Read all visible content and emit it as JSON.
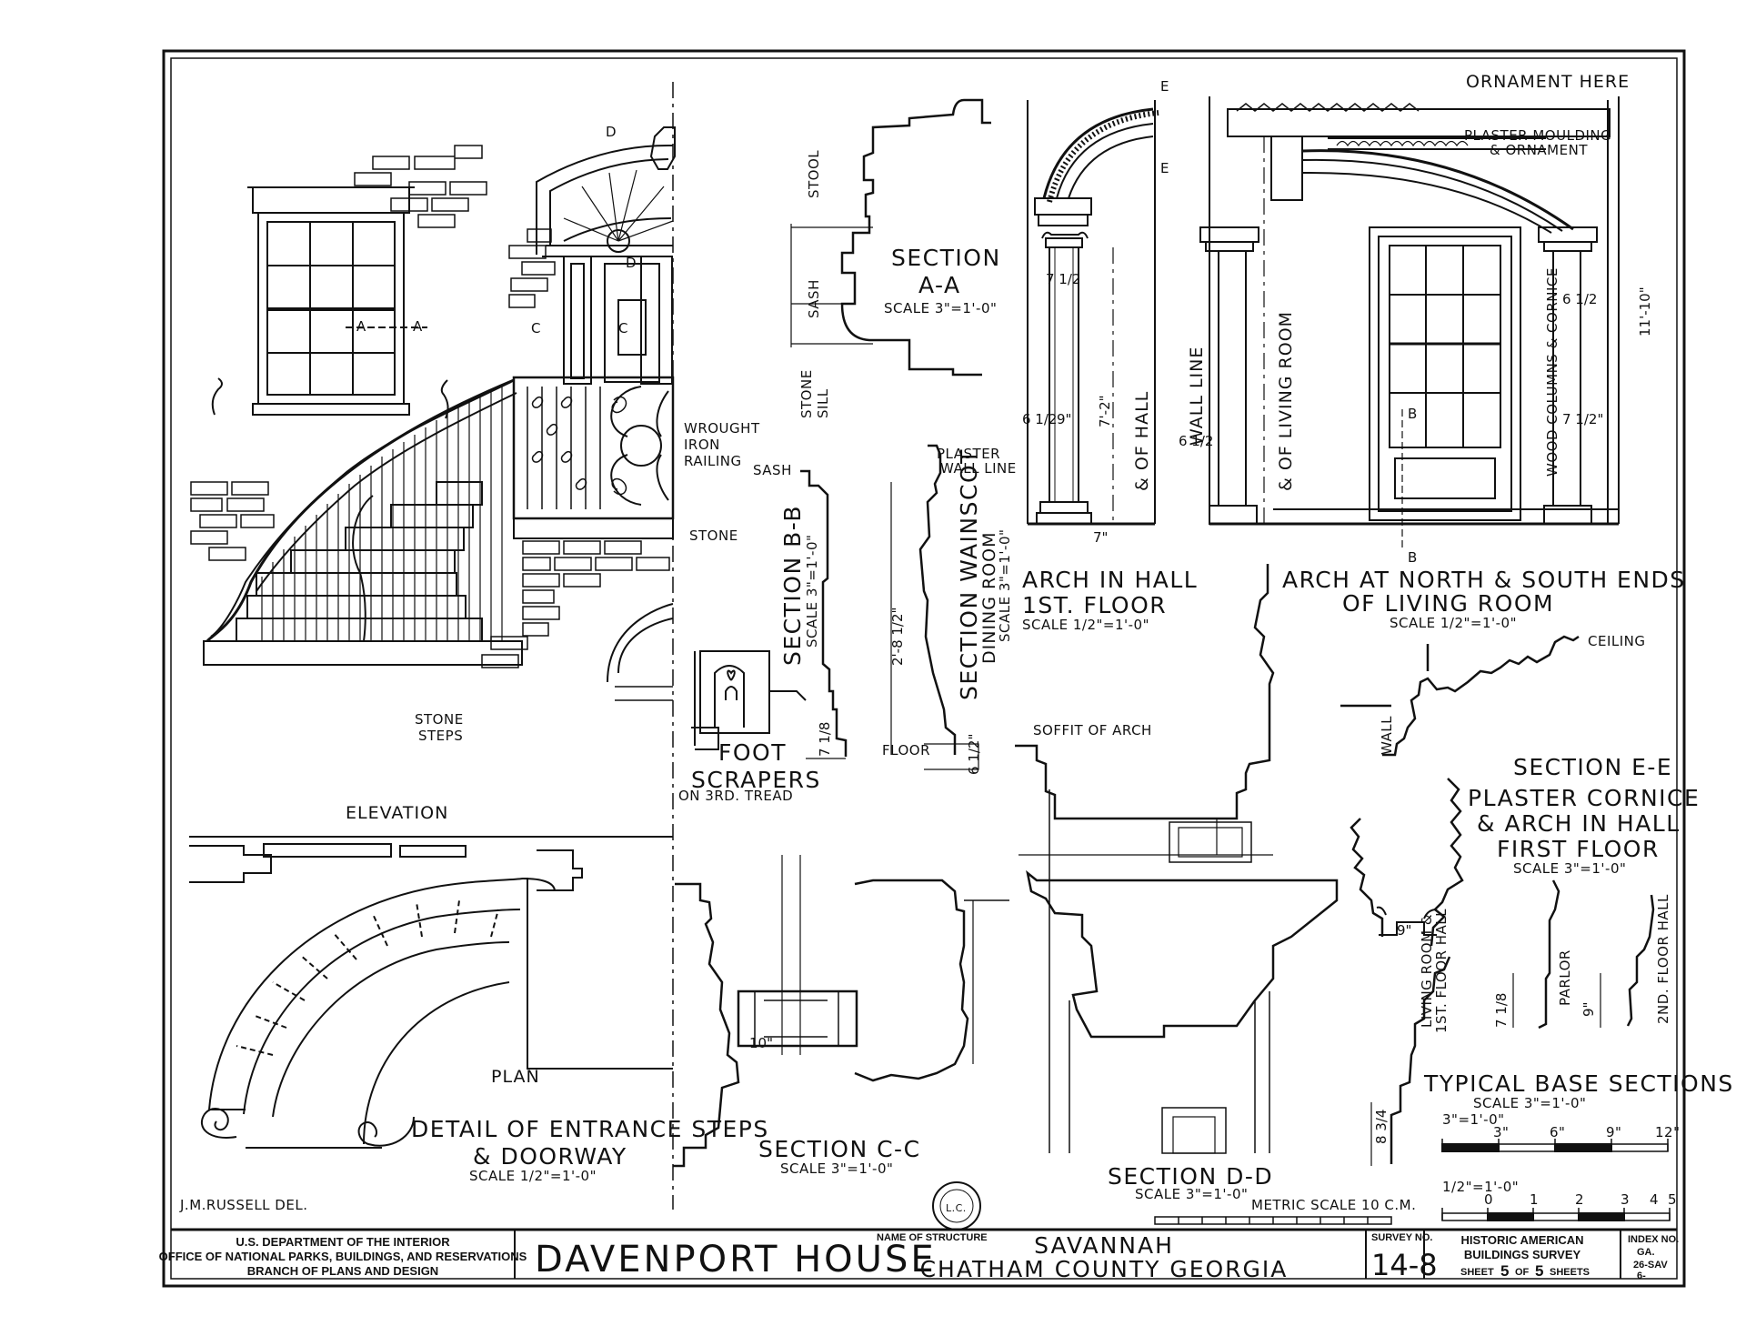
{
  "sheet": {
    "ornament_here": "ORNAMENT HERE",
    "plaster_moulding": [
      "PLASTER MOULDING",
      "& ORNAMENT"
    ],
    "labels": {
      "stool": "STOOL",
      "sash_a": "SASH",
      "stone_sill": [
        "STONE",
        "SILL"
      ],
      "sash_b": "SASH",
      "plaster_wall_line": [
        "PLASTER",
        "WALL LINE"
      ],
      "floor": "FLOOR",
      "wrought_iron": [
        "WROUGHT",
        "IRON",
        "RAILING"
      ],
      "stone": "STONE",
      "stone_steps": [
        "STONE",
        "STEPS"
      ],
      "foot_scrapers": [
        "FOOT",
        "SCRAPERS"
      ],
      "foot_scrapers_note": "ON 3RD. TREAD",
      "elevation": "ELEVATION",
      "plan": "PLAN",
      "ceiling": "CEILING",
      "wall": "WALL",
      "soffit_of_arch": "SOFFIT OF ARCH",
      "wall_line": "WALL LINE",
      "cl_of_hall": "& OF HALL",
      "cl_of_living_room": "& OF LIVING ROOM",
      "wood_columns": "WOOD COLUMNS & CORNICE",
      "living_room_base": [
        "LIVING ROOM &",
        "1ST. FLOOR HALL"
      ],
      "parlor": "PARLOR",
      "second_floor_hall": "2ND. FLOOR HALL",
      "drafter": "J.M.RUSSELL   DEL.",
      "section_marks": [
        "A",
        "A",
        "C",
        "C",
        "D",
        "D",
        "B",
        "B",
        "E",
        "E"
      ]
    },
    "titles": {
      "section_aa": [
        "SECTION",
        "A-A"
      ],
      "section_aa_scale": "SCALE 3\"=1'-0\"",
      "section_bb": "SECTION B-B",
      "section_bb_scale": "SCALE 3\"=1'-0\"",
      "section_wainscot": [
        "SECTION WAINSCOT",
        "DINING ROOM"
      ],
      "section_wainscot_scale": "SCALE 3\"=1'-0\"",
      "arch_hall": [
        "ARCH IN HALL",
        "1ST. FLOOR"
      ],
      "arch_hall_scale": "SCALE 1/2\"=1'-0\"",
      "arch_living": [
        "ARCH AT NORTH & SOUTH ENDS",
        "OF LIVING ROOM"
      ],
      "arch_living_scale": "SCALE 1/2\"=1'-0\"",
      "section_ee": [
        "SECTION E-E",
        "PLASTER CORNICE",
        "& ARCH IN HALL",
        "FIRST FLOOR"
      ],
      "section_ee_scale": "SCALE 3\"=1'-0\"",
      "detail": [
        "DETAIL OF ENTRANCE STEPS",
        "& DOORWAY"
      ],
      "detail_scale": "SCALE 1/2\"=1'-0\"",
      "section_cc": "SECTION C-C",
      "section_cc_scale": "SCALE 3\"=1'-0\"",
      "section_dd": "SECTION D-D",
      "section_dd_scale": "SCALE 3\"=1'-0\"",
      "typical_base": "TYPICAL BASE SECTIONS",
      "typical_base_scale": "SCALE 3\"=1'-0\""
    },
    "dimensions": {
      "d_7_1_2_a": "7 1/2",
      "d_7_2": "7'-2\"",
      "d_6_1_2_a": "6 1/2",
      "d_9_a": "9\"",
      "d_7_a": "7\"",
      "d_11_10": "11'-10\"",
      "d_6_1_2_b": "6 1/2",
      "d_7_1_2_b": "7 1/2\"",
      "d_6_1_2_c": "6 1/2",
      "d_2_8_1_2": "2'-8 1/2\"",
      "d_7_1_8_a": "7 1/8",
      "d_6_1_2_d": "6 1/2\"",
      "d_10": "10\"",
      "d_9_b": "9\"",
      "d_8_3_4": "8 3/4",
      "d_7_1_8_b": "7 1/8",
      "d_9_c": "9\""
    },
    "scales": {
      "s3_label": "3\"=1'-0\"",
      "s3_ticks": [
        "3\"",
        "6\"",
        "9\"",
        "12\""
      ],
      "s12_label": "1/2\"=1'-0\"",
      "s12_ticks": [
        "0",
        "1",
        "2",
        "3",
        "4",
        "5"
      ],
      "metric": "METRIC SCALE  10 C.M."
    },
    "stamp": "L.C."
  },
  "title_block": {
    "agency": [
      "U.S. DEPARTMENT OF THE INTERIOR",
      "OFFICE OF NATIONAL PARKS, BUILDINGS, AND RESERVATIONS",
      "BRANCH OF PLANS AND DESIGN"
    ],
    "structure_name": "DAVENPORT HOUSE",
    "name_caption": "NAME OF STRUCTURE",
    "location": [
      "SAVANNAH",
      "CHATHAM COUNTY GEORGIA"
    ],
    "survey_caption": "SURVEY NO.",
    "survey_no": "14-8",
    "habs": [
      "HISTORIC AMERICAN",
      "BUILDINGS SURVEY"
    ],
    "sheet_prefix": "SHEET",
    "sheet_no": "5",
    "sheet_of": "OF",
    "sheet_total": "5",
    "sheet_suffix": "SHEETS",
    "index_caption": "INDEX NO.",
    "index_lines": [
      "GA.",
      "26-SAV",
      "6-"
    ]
  }
}
